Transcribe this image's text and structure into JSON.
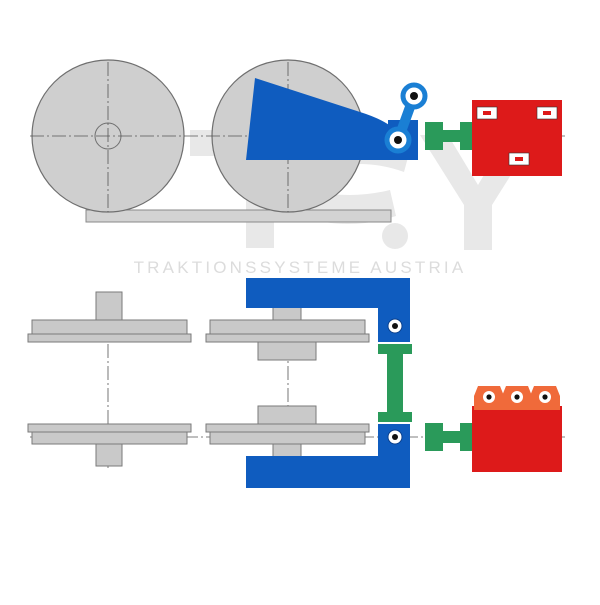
{
  "watermark": {
    "subtitle": "TRAKTIONSSYSTEME AUSTRIA"
  },
  "diagram": {
    "views": [
      "side-elevation",
      "top-plan"
    ],
    "components": {
      "wheel": "gray",
      "drive_frame": "blue",
      "coupling_link": "green",
      "motor": "red"
    }
  },
  "colors": {
    "wheel_fill": "#cdcdcd",
    "wheel_stroke": "#7a7a7a",
    "frame_blue": "#0f5cbf",
    "frame_blue_dark": "#0a3f8c",
    "link_green": "#2a9a5a",
    "motor_red": "#dd1a1a",
    "motor_red_light": "#f06a3a",
    "centerline": "#555555",
    "watermark": "#e3e3e3"
  }
}
